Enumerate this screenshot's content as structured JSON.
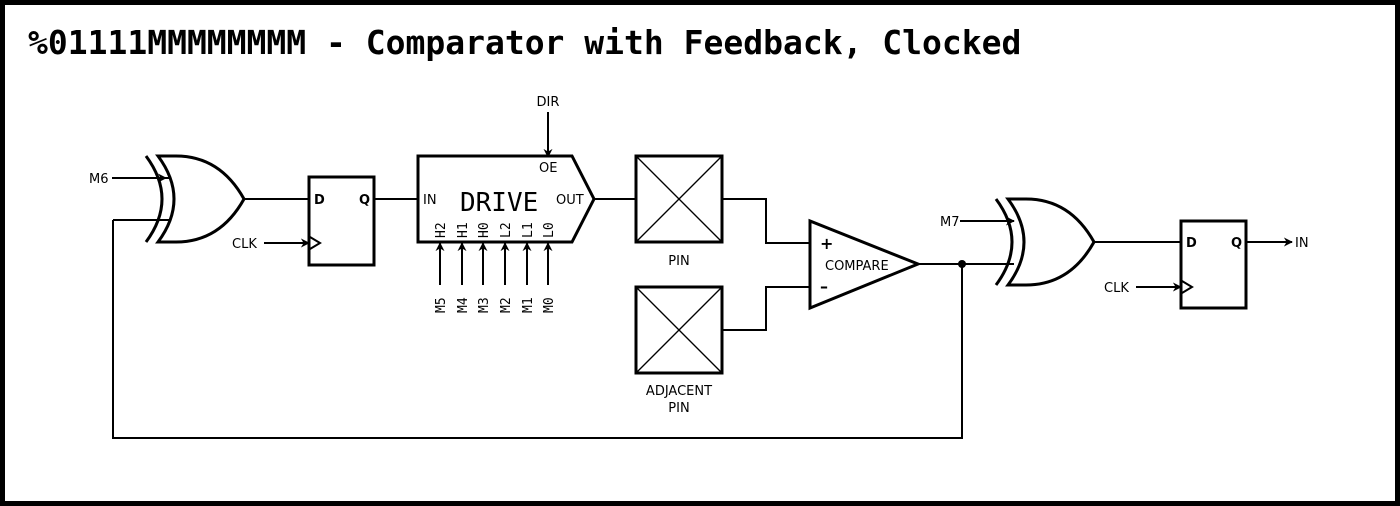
{
  "title": "%01111MMMMMMMM - Comparator with Feedback, Clocked",
  "labels": {
    "m6": "M6",
    "m7": "M7",
    "clk": "CLK",
    "dir": "DIR",
    "d": "D",
    "q": "Q",
    "in_port": "IN",
    "out_port": "OUT",
    "oe": "OE",
    "drive": "DRIVE",
    "pin": "PIN",
    "adjacent_pin_line1": "ADJACENT",
    "adjacent_pin_line2": "PIN",
    "compare": "COMPARE",
    "plus": "+",
    "minus": "–",
    "output_in": "IN"
  },
  "drive_pins": [
    "H2",
    "H1",
    "H0",
    "L2",
    "L1",
    "L0"
  ],
  "mode_inputs": [
    "M5",
    "M4",
    "M3",
    "M2",
    "M1",
    "M0"
  ]
}
